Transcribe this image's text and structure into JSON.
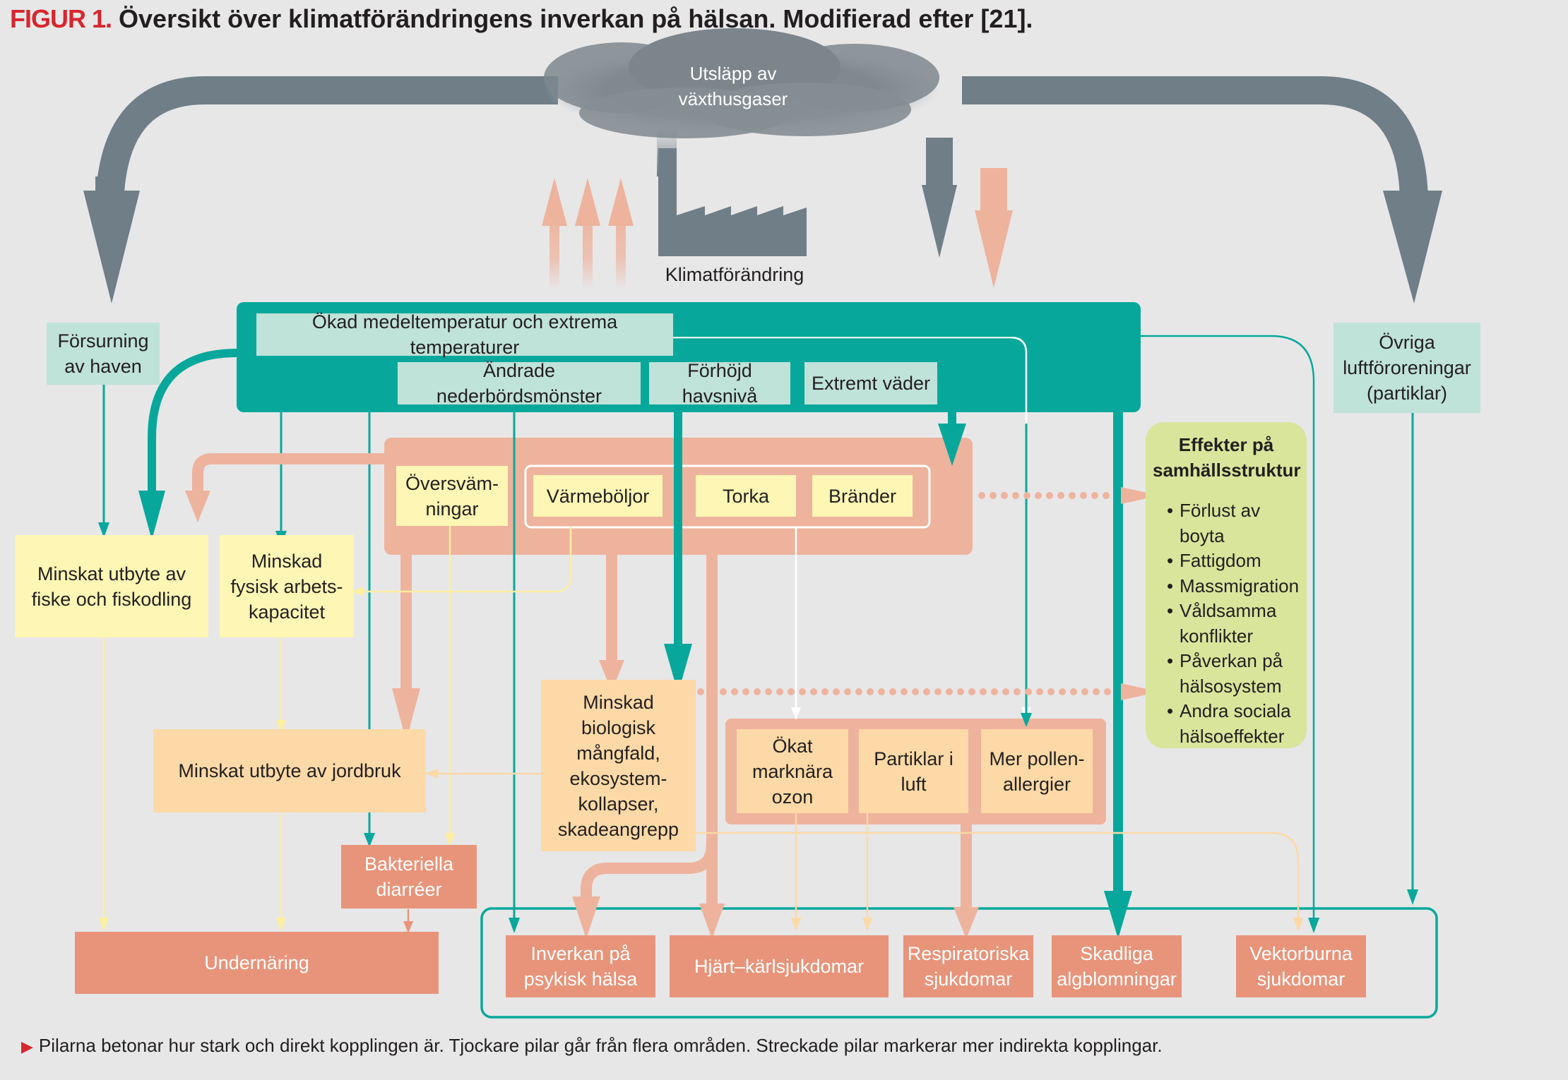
{
  "title": {
    "figure": "FIGUR 1.",
    "text": "Översikt över klimatförändringens inverkan på hälsan. Modifierad efter [21]."
  },
  "cloud": "Utsläpp av växthusgaser",
  "factory_label": "Klimatförändring",
  "drivers": {
    "acidification": "Försurning av haven",
    "other_pollution": "Övriga luftföroreningar (partiklar)"
  },
  "climate_band": {
    "temperature": "Ökad medeltemperatur och extrema temperaturer",
    "precipitation": "Ändrade nederbördsmönster",
    "sea_level": "Förhöjd havsnivå",
    "extreme_weather": "Extremt väder"
  },
  "events": {
    "flooding": "Översväm-ningar",
    "heatwaves": "Värmeböljor",
    "drought": "Torka",
    "fires": "Bränder"
  },
  "intermediate": {
    "fish": "Minskat utbyte av fiske och fiskodling",
    "work_capacity": "Minskad fysisk arbets-kapacitet",
    "agriculture": "Minskat utbyte av jordbruk",
    "biodiversity": "Minskad biologisk mångfald, ekosystem-kollapser, skadeangrepp",
    "bacterial": "Bakteriella diarréer"
  },
  "air": {
    "ozone": "Ökat marknära ozon",
    "particles": "Partiklar i luft",
    "pollen": "Mer pollen-allergier"
  },
  "outcomes": {
    "malnutrition": "Undernäring",
    "mental": "Inverkan på psykisk hälsa",
    "cardio": "Hjärt–kärlsjukdomar",
    "respiratory": "Respiratoriska sjukdomar",
    "algae": "Skadliga algblomningar",
    "vector": "Vektorburna sjukdomar"
  },
  "effects": {
    "heading": "Effekter på samhällsstruktur",
    "items": [
      "Förlust av boyta",
      "Fattigdom",
      "Massmigration",
      "Våldsamma konflikter",
      "Påverkan på hälsosystem",
      "Andra sociala hälsoeffekter"
    ]
  },
  "caption": "Pilarna betonar hur stark och direkt kopplingen är. Tjockare pilar går från flera områden. Streckade pilar markerar mer indirekta kopplingar.",
  "colors": {
    "teal": "#07a89b",
    "grey": "#6f7e87",
    "salmon": "#eeb39d",
    "dark_salmon": "#e8947a",
    "red": "#d7262e"
  }
}
